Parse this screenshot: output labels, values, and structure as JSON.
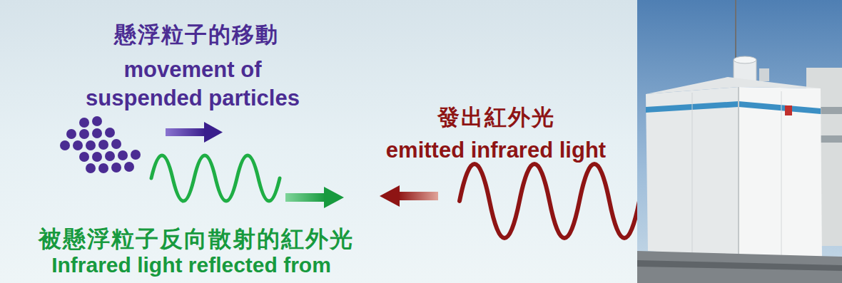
{
  "diagram": {
    "labels": [
      "懸浮粒子的移動",
      "movement of suspended particles",
      "發出紅外光",
      "emitted infrared light",
      "被懸浮粒子反向散射的紅外光",
      "Infrared light reflected from"
    ]
  }
}
